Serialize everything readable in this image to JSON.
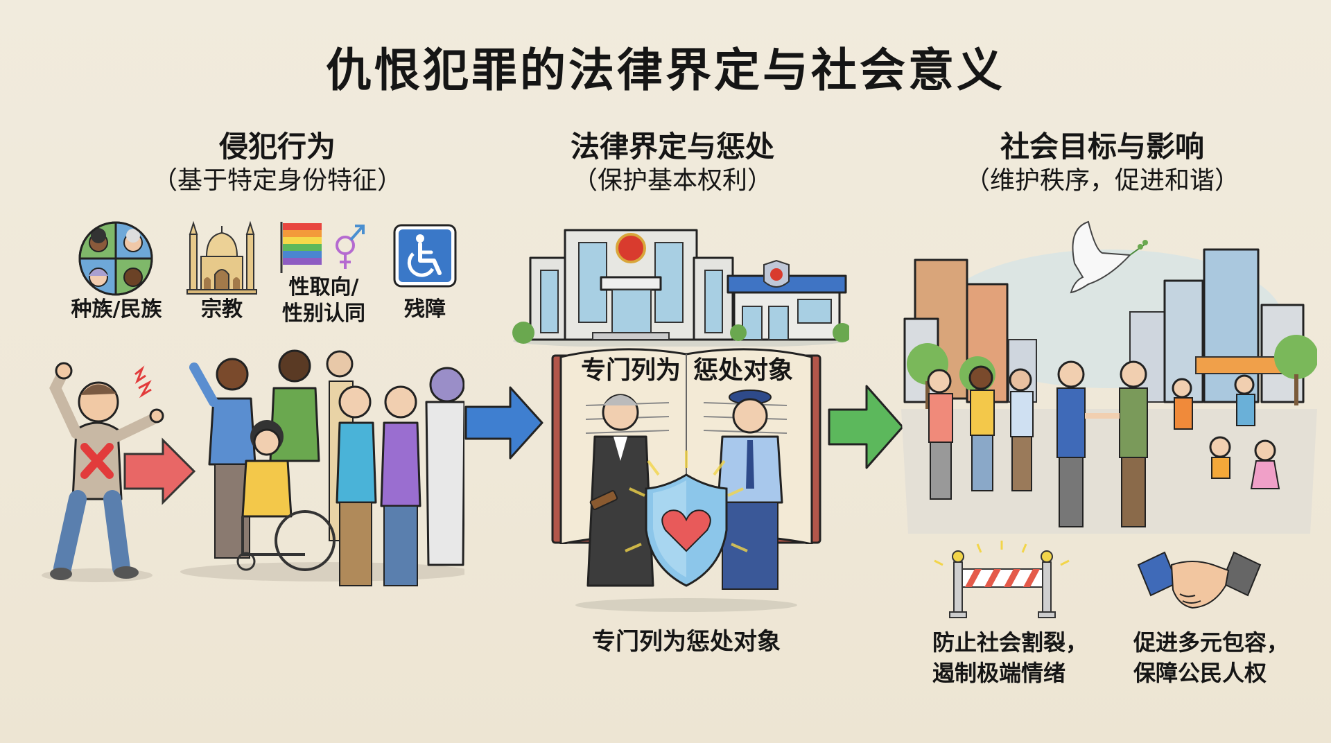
{
  "title": "仇恨犯罪的法律界定与社会意义",
  "columns": [
    {
      "heading": "侵犯行为",
      "subheading": "（基于特定身份特征）",
      "categories": [
        {
          "icon": "diverse-faces-globe-icon",
          "label": "种族/民族"
        },
        {
          "icon": "mosque-icon",
          "label": "宗教"
        },
        {
          "icon": "rainbow-flag-gender-symbol-icon",
          "label_line1": "性取向/",
          "label_line2": "性别认同"
        },
        {
          "icon": "wheelchair-accessibility-icon",
          "label": "残障"
        }
      ],
      "scene": "aggressor-confronting-diverse-group"
    },
    {
      "heading": "法律界定与惩处",
      "subheading": "（保护基本权利）",
      "book_left": "专门列为",
      "book_right": "惩处对象",
      "caption": "专门列为惩处对象",
      "scene": "judge-and-police-with-shield"
    },
    {
      "heading": "社会目标与影响",
      "subheading": "（维护秩序，促进和谐）",
      "scene": "harmonious-city-community",
      "outcomes": [
        {
          "icon": "barrier-icon",
          "line1": "防止社会割裂，",
          "line2": "遏制极端情绪"
        },
        {
          "icon": "handshake-icon",
          "line1": "促进多元包容，",
          "line2": "保障公民人权"
        }
      ]
    }
  ],
  "arrows": [
    {
      "name": "red-arrow",
      "color": "#e0474c"
    },
    {
      "name": "blue-arrow",
      "color": "#3f7fd0"
    },
    {
      "name": "green-arrow",
      "color": "#5cb85c"
    }
  ]
}
